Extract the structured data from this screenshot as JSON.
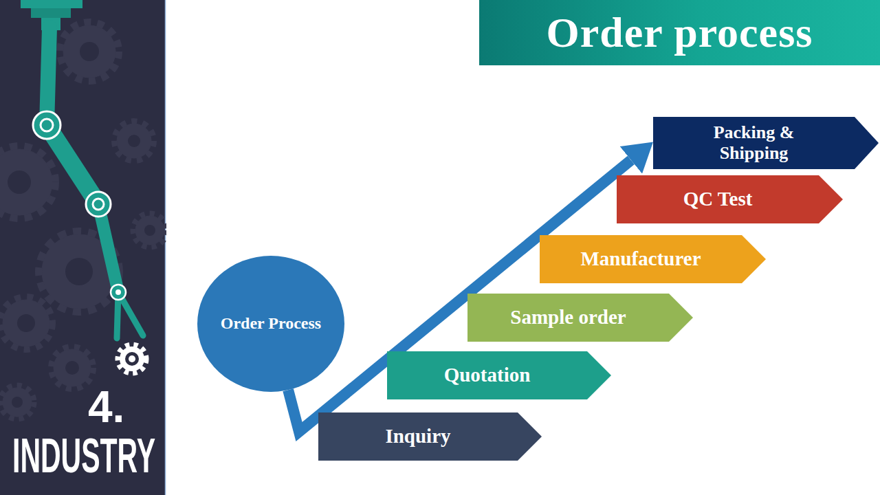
{
  "diagram": {
    "title": "Order process",
    "nodes": [
      {
        "text": [
          "Order Process"
        ]
      },
      {
        "text": [
          "Inquiry"
        ]
      },
      {
        "text": [
          "Quotation"
        ]
      },
      {
        "text": [
          "Sample order"
        ]
      },
      {
        "text": [
          "Manufacturer"
        ]
      },
      {
        "text": [
          "QC Test"
        ]
      },
      {
        "text": [
          "Packing & Shipping"
        ]
      }
    ],
    "edges": [
      {
        "from": 0,
        "to": 6,
        "arrow": "to"
      }
    ],
    "labels": [
      "4.",
      "INDUSTRY"
    ]
  }
}
